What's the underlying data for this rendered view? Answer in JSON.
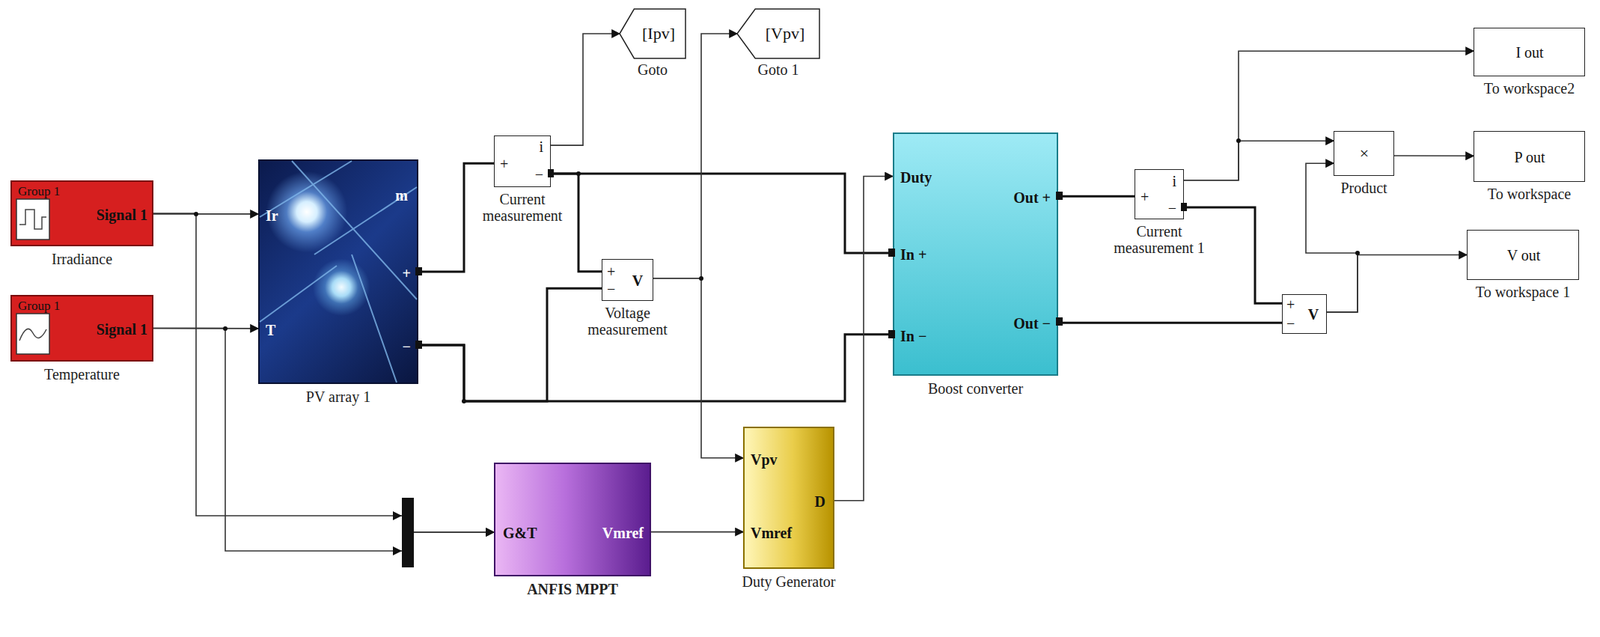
{
  "diagram": {
    "nodes": [
      {
        "text": [
          "Group 1",
          "Signal 1",
          "Irradiance"
        ]
      },
      {
        "text": [
          "Group 1",
          "Signal 1",
          "Temperature"
        ]
      },
      {
        "text": [
          "Ir",
          "T",
          "m",
          "+",
          "−",
          "PV array 1"
        ]
      },
      {
        "text": [
          "+",
          "i",
          "−",
          "Current measurement"
        ]
      },
      {
        "text": [
          "[Ipv]",
          "Goto"
        ]
      },
      {
        "text": [
          "[Vpv]",
          "Goto 1"
        ]
      },
      {
        "text": [
          "+",
          "−",
          "V",
          "Voltage measurement"
        ]
      },
      {
        "text": [
          "Duty",
          "In +",
          "In −",
          "Out +",
          "Out −",
          "Boost converter"
        ]
      },
      {
        "text": [
          "G&T",
          "Vmref",
          "ANFIS MPPT"
        ]
      },
      {
        "text": [
          "Vpv",
          "Vmref",
          "D",
          "Duty Generator"
        ]
      },
      {
        "text": [
          "+",
          "i",
          "−",
          "Current measurement 1"
        ]
      },
      {
        "text": [
          "+",
          "−",
          "V"
        ]
      },
      {
        "text": [
          "×",
          "Product"
        ]
      },
      {
        "text": [
          "I out",
          "To workspace2"
        ]
      },
      {
        "text": [
          "P out",
          "To workspace"
        ]
      },
      {
        "text": [
          "V out",
          "To workspace 1"
        ]
      }
    ],
    "edges": [
      {
        "from": 0,
        "to": 2,
        "arrow": "to"
      },
      {
        "from": 0,
        "to": 8,
        "arrow": "to"
      },
      {
        "from": 1,
        "to": 2,
        "arrow": "to"
      },
      {
        "from": 1,
        "to": 8,
        "arrow": "to"
      },
      {
        "from": 2,
        "to": 3,
        "arrow": "none"
      },
      {
        "from": 3,
        "to": 4,
        "arrow": "to"
      },
      {
        "from": 3,
        "to": 7,
        "arrow": "none"
      },
      {
        "from": 3,
        "to": 6,
        "arrow": "none"
      },
      {
        "from": 2,
        "to": 7,
        "arrow": "none"
      },
      {
        "from": 2,
        "to": 6,
        "arrow": "none"
      },
      {
        "from": 6,
        "to": 5,
        "arrow": "to"
      },
      {
        "from": 6,
        "to": 9,
        "arrow": "to"
      },
      {
        "from": 8,
        "to": 9,
        "arrow": "to"
      },
      {
        "from": 9,
        "to": 7,
        "arrow": "to"
      },
      {
        "from": 7,
        "to": 10,
        "arrow": "none"
      },
      {
        "from": 10,
        "to": 13,
        "arrow": "to"
      },
      {
        "from": 10,
        "to": 12,
        "arrow": "to"
      },
      {
        "from": 10,
        "to": 11,
        "arrow": "none"
      },
      {
        "from": 7,
        "to": 11,
        "arrow": "none"
      },
      {
        "from": 11,
        "to": 12,
        "arrow": "to"
      },
      {
        "from": 11,
        "to": 15,
        "arrow": "to"
      },
      {
        "from": 12,
        "to": 14,
        "arrow": "to"
      }
    ]
  }
}
